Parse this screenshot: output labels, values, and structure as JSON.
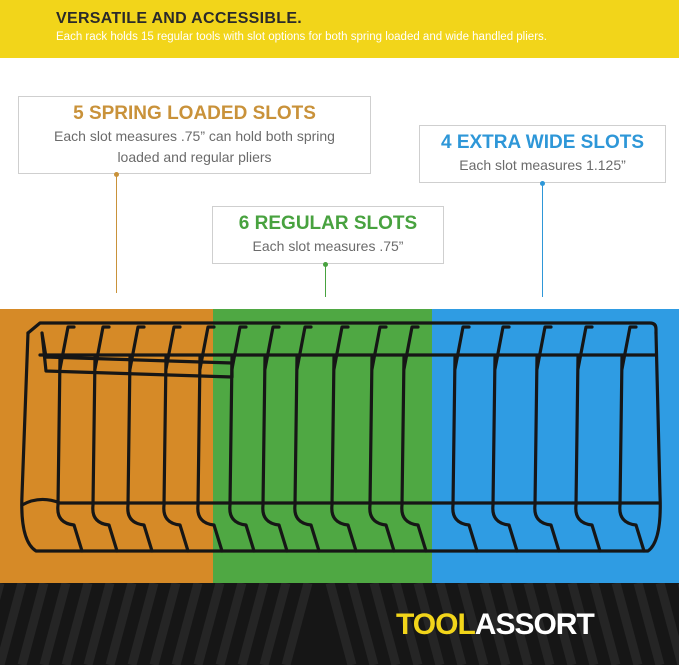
{
  "banner": {
    "title": "VERSATILE AND ACCESSIBLE.",
    "subtitle": "Each rack holds 15 regular tools with slot options for both spring loaded and wide handled pliers."
  },
  "callouts": {
    "spring": {
      "title": "5 SPRING LOADED SLOTS",
      "desc_line1": "Each slot measures .75” can hold both spring",
      "desc_line2": "loaded and regular pliers",
      "color": "#c9923a"
    },
    "regular": {
      "title": "6 REGULAR SLOTS",
      "desc": "Each slot measures .75”",
      "color": "#48a23f"
    },
    "wide": {
      "title": "4 EXTRA WIDE SLOTS",
      "desc": "Each slot measures 1.125”",
      "color": "#2e97d8"
    }
  },
  "panels": {
    "spring_color": "#d68a27",
    "regular_color": "#4fa843",
    "wide_color": "#2f9ce3"
  },
  "logo": {
    "part1": "TOOL",
    "part2": "ASSORT"
  }
}
